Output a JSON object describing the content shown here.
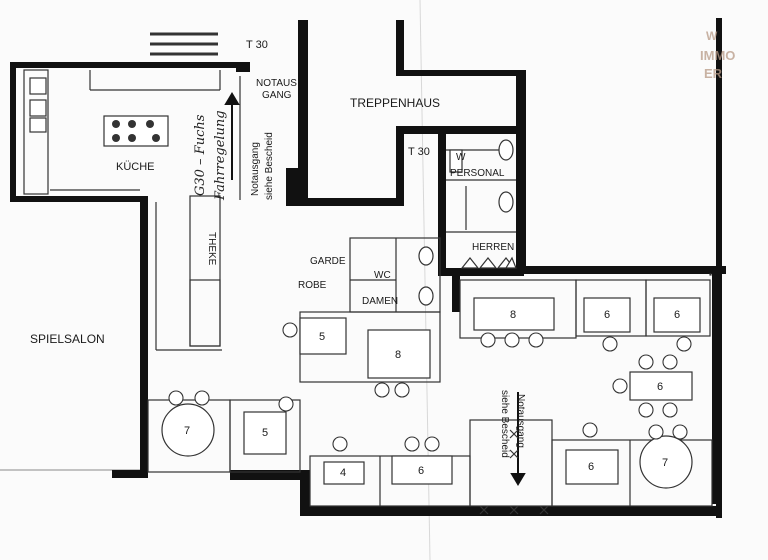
{
  "plan": {
    "rooms": {
      "kueche": "KÜCHE",
      "treppenhaus": "TREPPENHAUS",
      "spielsalon": "SPIELSALON",
      "personal": "PERSONAL",
      "herren": "HERREN",
      "damen": "DAMEN",
      "garderobe_1": "GARDE",
      "garderobe_2": "ROBE",
      "theke": "THEKE"
    },
    "labels": {
      "t30_top": "T 30",
      "t30_mid": "T 30",
      "notausgang_top_1": "NOTAUS",
      "notausgang_top_2": "GANG",
      "notausgang_side_1": "Notausgang",
      "notausgang_side_2": "siehe Bescheid",
      "notausgang_bottom_1": "Notausgang",
      "notausgang_bottom_2": "siehe Bescheid",
      "handwritten_1": "G30 – Fuchs",
      "handwritten_2": "Fahrregelung",
      "wc": "WC",
      "w": "W"
    },
    "table_seats": {
      "t_5a": "5",
      "t_8a": "8",
      "t_8b": "8",
      "t_6a": "6",
      "t_6b": "6",
      "t_6c": "6",
      "t_7a": "7",
      "t_5b": "5",
      "t_4": "4",
      "t_6d": "6",
      "t_6e": "6",
      "t_7b": "7"
    },
    "watermark": {
      "line1": "IMMO",
      "line2": "ER"
    }
  }
}
